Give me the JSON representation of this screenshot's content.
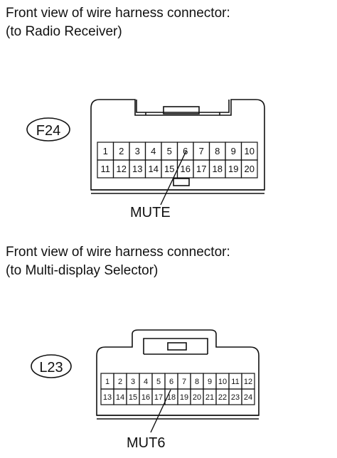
{
  "diagrams": [
    {
      "caption_line1": "Front view of wire harness connector:",
      "caption_line2": "(to Radio Receiver)",
      "connector_id": "F24",
      "pins_row1": [
        "1",
        "2",
        "3",
        "4",
        "5",
        "6",
        "7",
        "8",
        "9",
        "10"
      ],
      "pins_row2": [
        "11",
        "12",
        "13",
        "14",
        "15",
        "16",
        "17",
        "18",
        "19",
        "20"
      ],
      "signal_label": "MUTE",
      "signal_pin": "6"
    },
    {
      "caption_line1": "Front view of wire harness connector:",
      "caption_line2": "(to Multi-display Selector)",
      "connector_id": "L23",
      "pins_row1": [
        "1",
        "2",
        "3",
        "4",
        "5",
        "6",
        "7",
        "8",
        "9",
        "10",
        "11",
        "12"
      ],
      "pins_row2": [
        "13",
        "14",
        "15",
        "16",
        "17",
        "18",
        "19",
        "20",
        "21",
        "22",
        "23",
        "24"
      ],
      "signal_label": "MUT6",
      "signal_pin": "18"
    }
  ]
}
